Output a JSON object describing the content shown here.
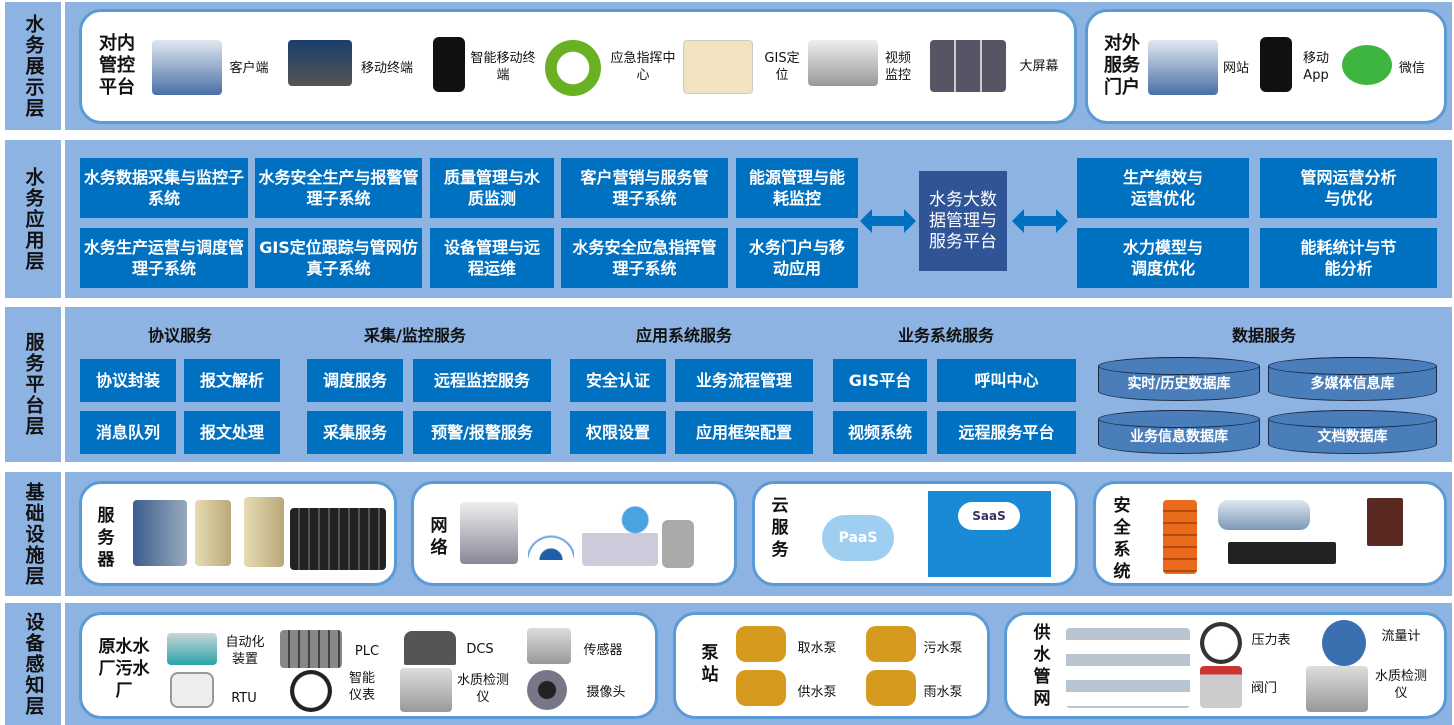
{
  "layers": [
    "水务展示层",
    "水务应用层",
    "服务平台层",
    "基础设施层",
    "设备感知层"
  ],
  "display": {
    "internal_title": "对内管控平台",
    "internal_items": [
      "客户端",
      "移动终端",
      "智能移动终端",
      "应急指挥中心",
      "GIS定位",
      "视频监控",
      "大屏幕"
    ],
    "external_title": "对外服务门户",
    "external_items": [
      "网站",
      "移动App",
      "微信"
    ]
  },
  "application": {
    "left_boxes": [
      "水务数据采集与监控子系统",
      "水务安全生产与报警管理子系统",
      "质量管理与水质监测",
      "客户营销与服务管理子系统",
      "能源管理与能耗监控",
      "水务生产运营与调度管理子系统",
      "GIS定位跟踪与管网仿真子系统",
      "设备管理与远程运维",
      "水务安全应急指挥管理子系统",
      "水务门户与移动应用"
    ],
    "center": "水务大数据管理与服务平台",
    "right_boxes": [
      "生产绩效与运营优化",
      "管网运营分析与优化",
      "水力模型与调度优化",
      "能耗统计与节能分析"
    ]
  },
  "services": {
    "groups": [
      {
        "title": "协议服务",
        "items": [
          "协议封装",
          "报文解析",
          "消息队列",
          "报文处理"
        ]
      },
      {
        "title": "采集/监控服务",
        "items": [
          "调度服务",
          "远程监控服务",
          "采集服务",
          "预警/报警服务"
        ]
      },
      {
        "title": "应用系统服务",
        "items": [
          "安全认证",
          "业务流程管理",
          "权限设置",
          "应用框架配置"
        ]
      },
      {
        "title": "业务系统服务",
        "items": [
          "GIS平台",
          "呼叫中心",
          "视频系统",
          "远程服务平台"
        ]
      },
      {
        "title": "数据服务",
        "items": [
          "实时/历史数据库",
          "多媒体信息库",
          "业务信息数据库",
          "文档数据库"
        ]
      }
    ]
  },
  "infra": {
    "server": "服务器",
    "network": "网络",
    "cloud": "云服务",
    "saas": "SaaS",
    "paas": "PaaS",
    "security": "安全系统"
  },
  "devices": {
    "plant_title": "原水水厂污水厂",
    "plant_items": [
      "自动化装置",
      "PLC",
      "DCS",
      "传感器",
      "RTU",
      "智能仪表",
      "水质检测仪",
      "摄像头"
    ],
    "pump_title": "泵站",
    "pump_items": [
      "取水泵",
      "污水泵",
      "供水泵",
      "雨水泵"
    ],
    "pipe_title": "供水管网",
    "pipe_items": [
      "压力表",
      "流量计",
      "阀门",
      "水质检测仪"
    ]
  }
}
